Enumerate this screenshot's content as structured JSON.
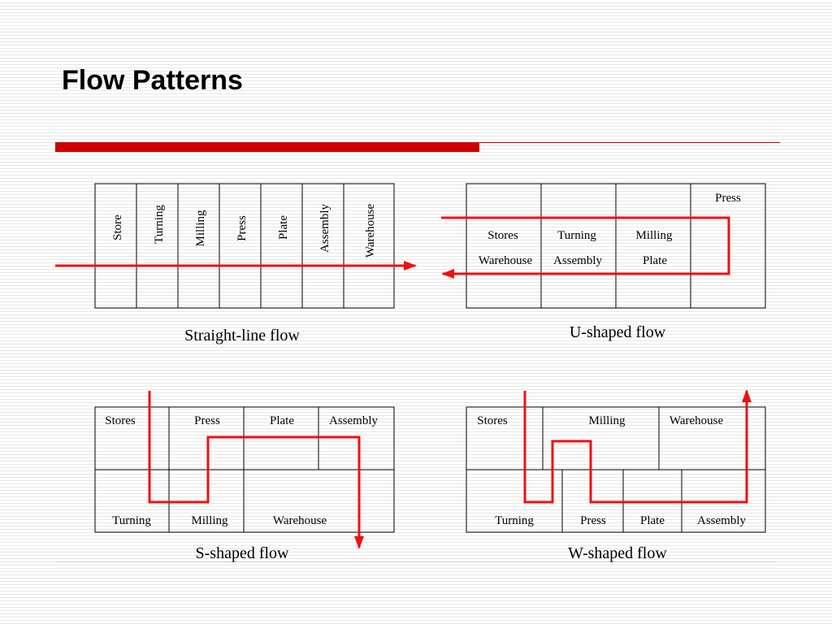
{
  "title": "Flow Patterns",
  "colors": {
    "accent": "#cc0000",
    "arrow": "#ee1111",
    "rule_thin": "#cc0000",
    "rule_bottom": "#cccccc",
    "grid": "#000000"
  },
  "straight_line": {
    "departments": [
      "Store",
      "Turning",
      "Milling",
      "Press",
      "Plate",
      "Assembly",
      "Warehouse"
    ],
    "caption": "Straight-line flow"
  },
  "u_shaped": {
    "top_right": "Press",
    "row1": [
      "Stores",
      "Turning",
      "Milling"
    ],
    "row2": [
      "Warehouse",
      "Assembly",
      "Plate"
    ],
    "caption": "U-shaped flow"
  },
  "s_shaped": {
    "top": [
      "Stores",
      "Press",
      "Plate",
      "Assembly"
    ],
    "bottom": [
      "Turning",
      "Milling",
      "Warehouse"
    ],
    "caption": "S-shaped flow"
  },
  "w_shaped": {
    "top": [
      "Stores",
      "Milling",
      "Warehouse"
    ],
    "bottom": [
      "Turning",
      "Press",
      "Plate",
      "Assembly"
    ],
    "caption": "W-shaped flow"
  }
}
